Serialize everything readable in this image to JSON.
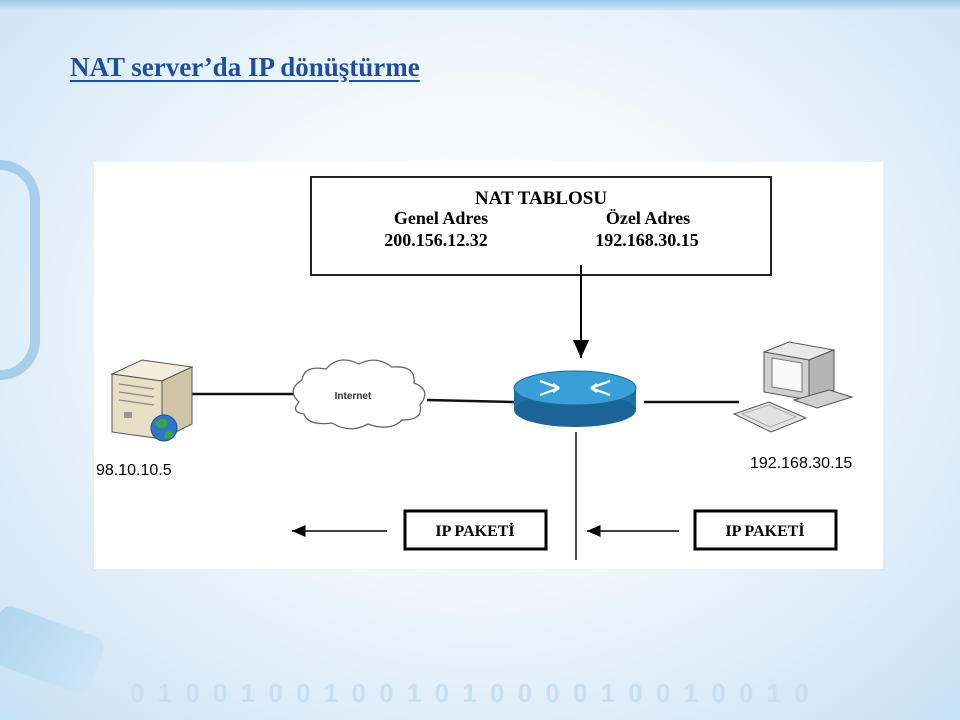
{
  "slide": {
    "title": "NAT server’da IP dönüştürme",
    "binary_band": "0 1 0 0 1 0 0 1 0 0 1 0 1 0 0 0 0 1 0 0 1 0 0 1 0"
  },
  "diagram": {
    "nat_table": {
      "title": "NAT TABLOSU",
      "col_public_header": "Genel Adres",
      "col_private_header": "Özel Adres",
      "public_address": "200.156.12.32",
      "private_address": "192.168.30.15"
    },
    "server": {
      "ip": "98.10.10.5"
    },
    "internet_cloud": {
      "label": "Internet"
    },
    "client_pc": {
      "ip": "192.168.30.15"
    },
    "packets": {
      "left_label": "IP PAKETİ",
      "right_label": "IP PAKETİ"
    }
  },
  "colors": {
    "title_text": "#1f4e9c",
    "router_fill": "#2d8cc0",
    "background_accent": "#c6e0f3"
  }
}
